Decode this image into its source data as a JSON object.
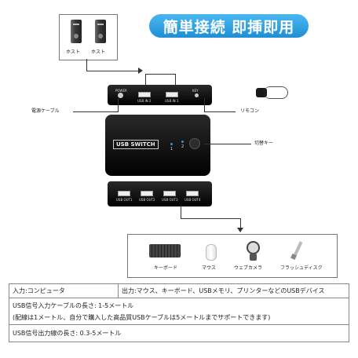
{
  "banner": "簡単接続  即挿即用",
  "hosts": [
    "ホスト",
    "ホスト"
  ],
  "labels": {
    "power_cable": "電源ケーブル",
    "remote": "リモコン",
    "switch_key": "切替キー"
  },
  "top_panel_ports": [
    "POWER",
    "USB IN 2",
    "USB IN 1",
    "KEY"
  ],
  "switch_brand": "USB SWITCH",
  "led_labels": [
    "1",
    "2"
  ],
  "bottom_ports": [
    "USB OUT1",
    "USB OUT2",
    "USB OUT3",
    "USB OUT4"
  ],
  "devices": [
    "キーボード",
    "マウス",
    "ウェブカメラ",
    "フラッシュディスク"
  ],
  "info": {
    "input_label": "入力:コンピュータ",
    "output_label": "出力:マウス、キーボード、USBメモリ、プリンターなどのUSBデバイス",
    "cable_len_1": "USB信号入力ケーブルの長さ:  1-5メートル",
    "cable_len_2": "(配線は1メートル、自分で購入した高品質USBケーブルは5メートルまでサポートできます)",
    "output_len": "USB信号出力線の長さ:  0.3-5メートル"
  },
  "colors": {
    "banner": "#2aa0e4",
    "led": "#3a8fd8",
    "device_body": "#111111"
  }
}
